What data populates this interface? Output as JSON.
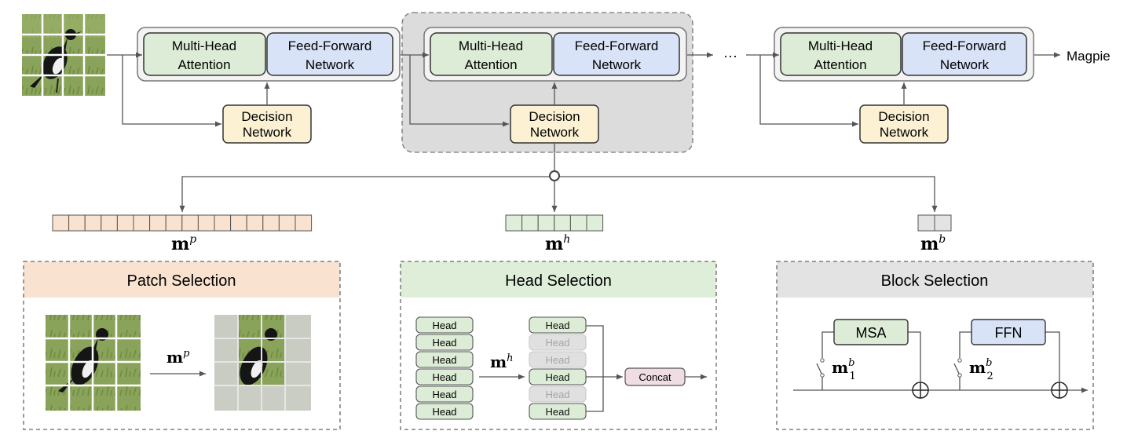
{
  "blocks": {
    "mha_label": [
      "Multi-Head",
      "Attention"
    ],
    "ffn_label": [
      "Feed-Forward",
      "Network"
    ],
    "decision_label": [
      "Decision",
      "Network"
    ],
    "ellipsis": "···",
    "output_label": "Magpie"
  },
  "masks": {
    "patch": {
      "base": "m",
      "sup": "p",
      "cells": 16
    },
    "head": {
      "base": "m",
      "sup": "h",
      "cells": 6
    },
    "block": {
      "base": "m",
      "sup": "b",
      "cells": 2
    }
  },
  "panels": {
    "patch": {
      "title": "Patch Selection",
      "mask_base": "m",
      "mask_sup": "p"
    },
    "head": {
      "title": "Head Selection",
      "mask_base": "m",
      "mask_sup": "h",
      "head_label": "Head",
      "concat_label": "Concat",
      "selected": [
        true,
        false,
        false,
        true,
        false,
        true
      ]
    },
    "block": {
      "title": "Block Selection",
      "msa_label": "MSA",
      "ffn_label": "FFN",
      "m1_base": "m",
      "m1_sup": "b",
      "m1_sub": "1",
      "m2_base": "m",
      "m2_sup": "b",
      "m2_sub": "2"
    }
  },
  "colors": {
    "mha_fill": "#dcecd6",
    "ffn_fill": "#d8e3f8",
    "decision_fill": "#fcf1d3",
    "patch_fill": "#f9e3d0",
    "head_fill": "#dfeed9",
    "block_fill": "#e3e3e3",
    "concat_fill": "#f0dce3"
  }
}
